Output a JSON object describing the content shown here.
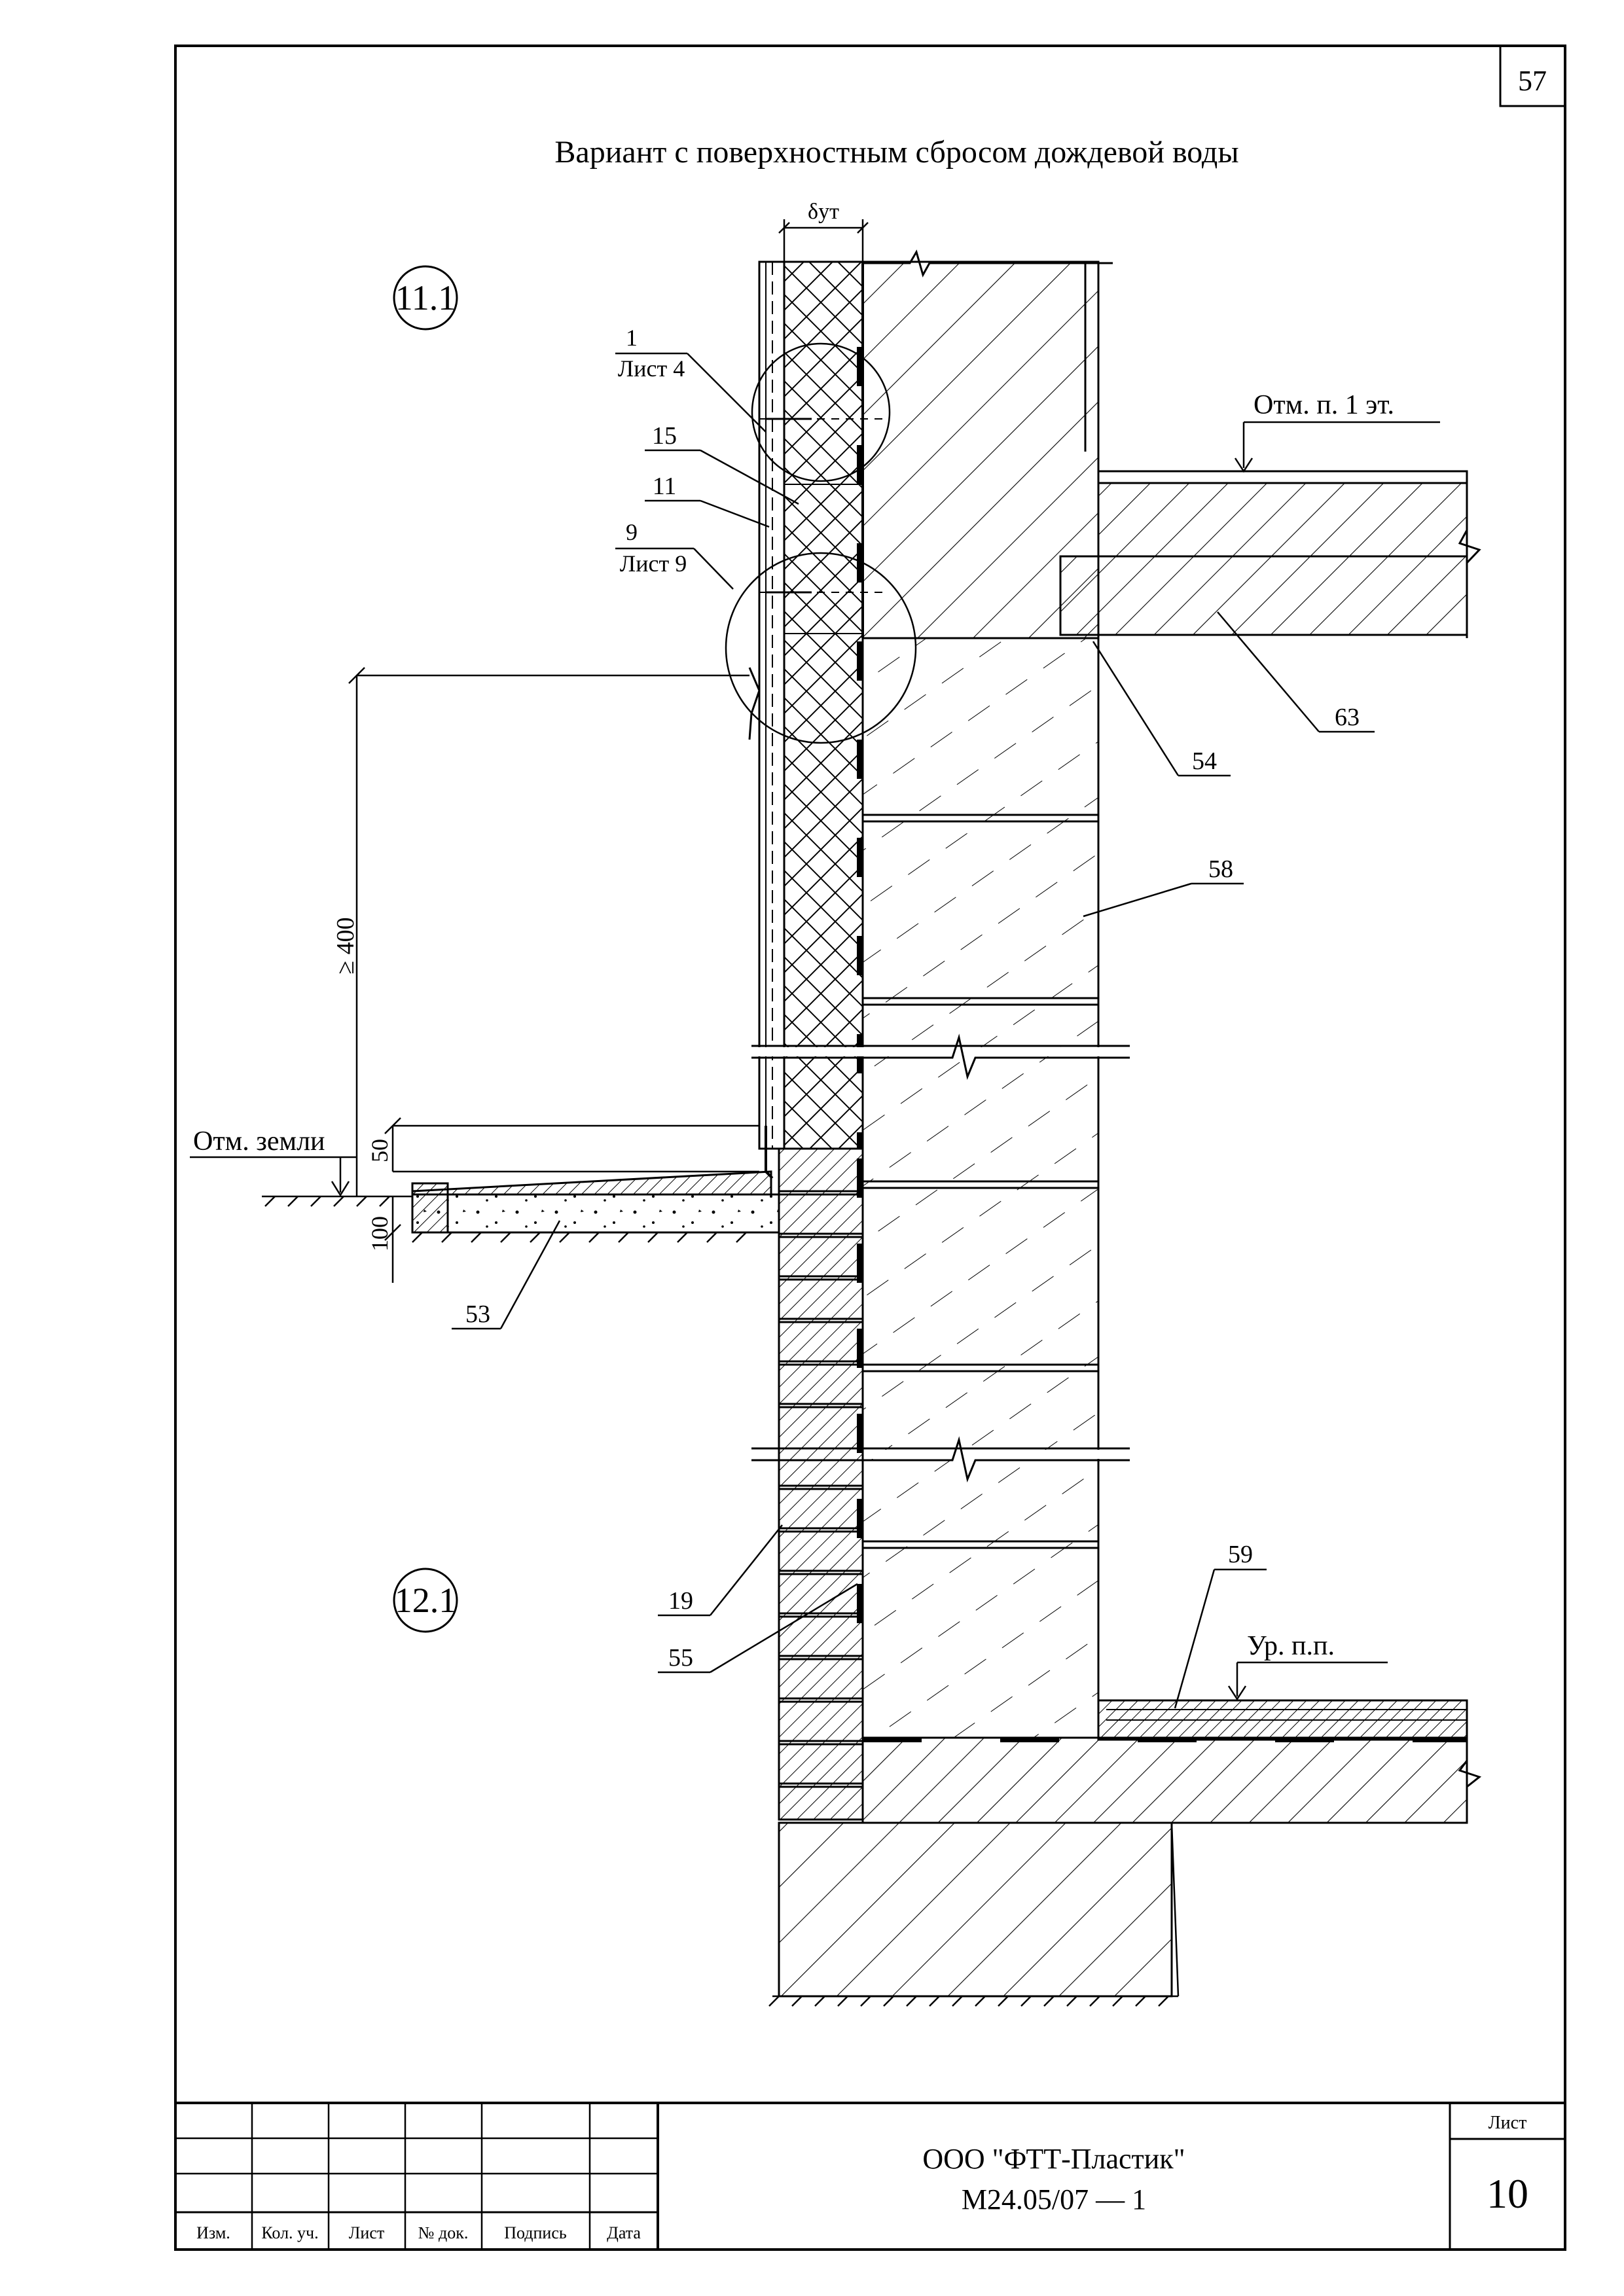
{
  "sheet": {
    "corner_number": "57",
    "title": "Вариант с поверхностным сбросом дождевой воды",
    "thickness_label": "δут"
  },
  "nodes": [
    {
      "id": "node-11-1",
      "label": "11.1"
    },
    {
      "id": "node-12-1",
      "label": "12.1"
    }
  ],
  "refs": [
    {
      "num": "1",
      "sheet": "Лист 4"
    },
    {
      "num": "9",
      "sheet": "Лист 9"
    }
  ],
  "callouts": [
    "15",
    "11",
    "54",
    "63",
    "58",
    "53",
    "19",
    "55",
    "59"
  ],
  "levels": {
    "floor_1": "Отм. п. 1 эт.",
    "ground": "Отм. земли",
    "floor_level": "Ур. п.п."
  },
  "dimensions": {
    "height_min": "≥ 400",
    "d50": "50",
    "d100": "100"
  },
  "title_block": {
    "headers": [
      "Изм.",
      "Кол. уч.",
      "Лист",
      "№ док.",
      "Подпись",
      "Дата"
    ],
    "company": "ООО \"ФТТ-Пластик\"",
    "doc_code": "М24.05/07 — 1",
    "sheet_label": "Лист",
    "sheet_no": "10"
  }
}
